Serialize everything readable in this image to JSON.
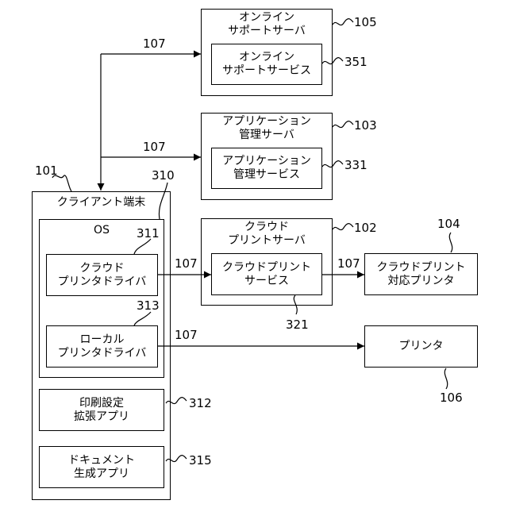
{
  "nodes": {
    "online_server": {
      "label": "オンライン\nサポートサーバ",
      "ref": "105"
    },
    "online_service": {
      "label": "オンライン\nサポートサービス",
      "ref": "351"
    },
    "app_server": {
      "label": "アプリケーション\n管理サーバ",
      "ref": "103"
    },
    "app_service": {
      "label": "アプリケーション\n管理サービス",
      "ref": "331"
    },
    "client": {
      "label": "クライアント端末",
      "ref": "101"
    },
    "os": {
      "label": "OS",
      "ref": "310"
    },
    "cloud_driver": {
      "label": "クラウド\nプリンタドライバ",
      "ref": "311"
    },
    "local_driver": {
      "label": "ローカル\nプリンタドライバ",
      "ref": "313"
    },
    "print_ext": {
      "label": "印刷設定\n拡張アプリ",
      "ref": "312"
    },
    "doc_app": {
      "label": "ドキュメント\n生成アプリ",
      "ref": "315"
    },
    "cloud_server": {
      "label": "クラウド\nプリントサーバ",
      "ref": "102"
    },
    "cloud_service": {
      "label": "クラウドプリント\nサービス",
      "ref": "321"
    },
    "cloud_printer": {
      "label": "クラウドプリント\n対応プリンタ",
      "ref": "104"
    },
    "printer": {
      "label": "プリンタ",
      "ref": "106"
    }
  },
  "edges": {
    "to_online": "107",
    "to_app": "107",
    "driver_to_service": "107",
    "service_to_printer": "107",
    "local_to_printer": "107"
  }
}
